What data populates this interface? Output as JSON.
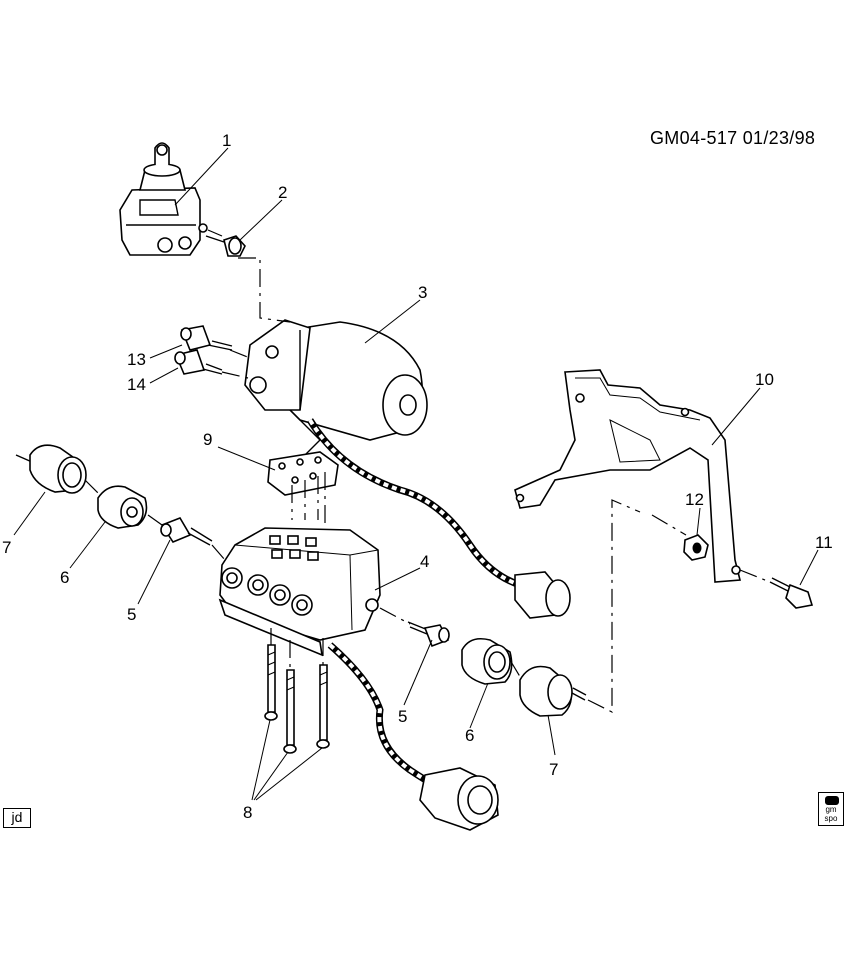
{
  "header": {
    "code": "GM04-517 01/23/98"
  },
  "stamps": {
    "left": "jd",
    "right_line1": "gm",
    "right_line2": "spo"
  },
  "callouts": [
    "1",
    "2",
    "3",
    "13",
    "14",
    "10",
    "9",
    "7",
    "6",
    "5",
    "4",
    "12",
    "11",
    "5",
    "6",
    "7",
    "8"
  ],
  "parts": [
    "reservoir",
    "grommet",
    "motor-pack",
    "stud-13",
    "stud-14",
    "bracket",
    "plate-9",
    "isolator-7-left",
    "bushing-6-left",
    "stud-5-left",
    "valve-body",
    "nut-12",
    "bolt-11",
    "stud-5-right",
    "bushing-6-right",
    "isolator-7-right",
    "bolts-8"
  ]
}
